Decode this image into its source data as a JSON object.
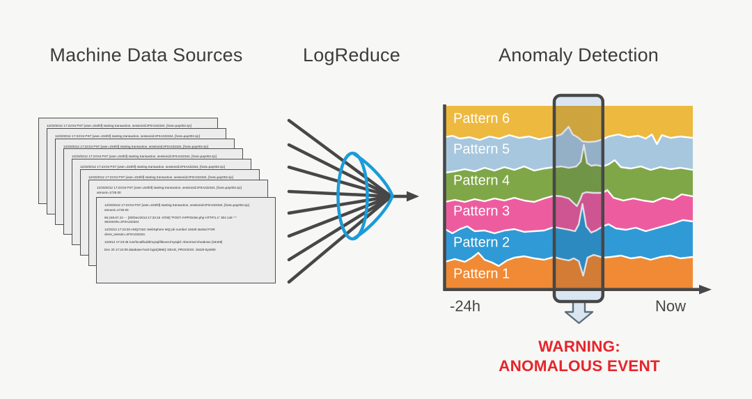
{
  "background": "#f7f7f5",
  "sections": {
    "machine_data": {
      "title": "Machine Data Sources"
    },
    "logreduce": {
      "title": "LogReduce"
    },
    "anomaly": {
      "title": "Anomaly Detection"
    }
  },
  "log_stack": {
    "card_count": 8,
    "entries": [
      [
        "12/20/2012 17:23:04 PST [user=234fsf] starting transaction, sessionid:2F0A232324, [host=pay002.sjc]",
        "amount=1725.00"
      ],
      [
        "66.249.67.24 - - [20/Dec/2012:17:23:15 -0700] \"POST /APP/Order.php HTTP/1.1\" 304 146 \"-\"",
        "SESSION=2F0A232324"
      ],
      [
        "12/20/12 17:23:30 AMQ7163: WebSphere MQ job number 18429 started FOR",
        "client_session=2F0A232324."
      ],
      [
        "122012 17:23:45 /usr/local/build/mysql/libexec/mysqld: Abnormal shutdown [18429]"
      ],
      [
        "Dec 20 17:24:09 database-host login[3866]: DEAD_PROCESS: 18429 ttys000"
      ]
    ]
  },
  "funnel": {
    "line_count": 8,
    "line_color": "#474747",
    "lens_color": "#1b9cd8"
  },
  "chart_data": {
    "type": "area",
    "title": "Anomaly Detection",
    "x_axis": {
      "start_label": "-24h",
      "end_label": "Now"
    },
    "grid": false,
    "legend": "in-band labels",
    "series_labels_top_to_bottom": [
      "Pattern 6",
      "Pattern 5",
      "Pattern 4",
      "Pattern 3",
      "Pattern 2",
      "Pattern 1"
    ],
    "colors": {
      "pattern6": "#edb93f",
      "pattern5": "#a7c7de",
      "pattern4": "#7fa747",
      "pattern3": "#ee5ca0",
      "pattern2": "#2f9ad6",
      "pattern1": "#f18a34",
      "boundary_stroke": "#ffffff",
      "axis": "#474747",
      "window_fill": "#d9e6f2",
      "window_stroke": "#474747",
      "window_tint": "rgba(35,50,70,0.15)"
    },
    "boundaries_note": "y values are pixel heights of the stacked band boundaries, top boundary first; x is fraction of the -24h..Now span",
    "boundaries": {
      "b65": [
        [
          0,
          197
        ],
        [
          0.03,
          195
        ],
        [
          0.06,
          199
        ],
        [
          0.1,
          197
        ],
        [
          0.14,
          201
        ],
        [
          0.18,
          196
        ],
        [
          0.22,
          199
        ],
        [
          0.26,
          194
        ],
        [
          0.3,
          198
        ],
        [
          0.34,
          196
        ],
        [
          0.38,
          200
        ],
        [
          0.42,
          197
        ],
        [
          0.45,
          195
        ],
        [
          0.47,
          193
        ],
        [
          0.499,
          182
        ],
        [
          0.515,
          193
        ],
        [
          0.535,
          197
        ],
        [
          0.555,
          203
        ],
        [
          0.58,
          204
        ],
        [
          0.61,
          203
        ],
        [
          0.637,
          200
        ],
        [
          0.66,
          196
        ],
        [
          0.7,
          193
        ],
        [
          0.74,
          197
        ],
        [
          0.78,
          195
        ],
        [
          0.81,
          199
        ],
        [
          0.835,
          193
        ],
        [
          0.855,
          207
        ],
        [
          0.875,
          194
        ],
        [
          0.91,
          198
        ],
        [
          0.95,
          196
        ],
        [
          1,
          198
        ]
      ],
      "b54": [
        [
          0,
          248
        ],
        [
          0.04,
          246
        ],
        [
          0.08,
          243
        ],
        [
          0.12,
          246
        ],
        [
          0.16,
          241
        ],
        [
          0.2,
          245
        ],
        [
          0.24,
          240
        ],
        [
          0.28,
          244
        ],
        [
          0.32,
          239
        ],
        [
          0.36,
          245
        ],
        [
          0.4,
          242
        ],
        [
          0.44,
          240
        ],
        [
          0.47,
          239
        ],
        [
          0.5,
          241
        ],
        [
          0.53,
          239
        ],
        [
          0.548,
          232
        ],
        [
          0.5606,
          208
        ],
        [
          0.573,
          234
        ],
        [
          0.59,
          238
        ],
        [
          0.61,
          237
        ],
        [
          0.637,
          239
        ],
        [
          0.66,
          236
        ],
        [
          0.685,
          230
        ],
        [
          0.71,
          240
        ],
        [
          0.75,
          242
        ],
        [
          0.79,
          239
        ],
        [
          0.83,
          244
        ],
        [
          0.87,
          240
        ],
        [
          0.91,
          243
        ],
        [
          0.95,
          241
        ],
        [
          1,
          244
        ]
      ],
      "b43": [
        [
          0,
          290
        ],
        [
          0.04,
          287
        ],
        [
          0.08,
          290
        ],
        [
          0.12,
          286
        ],
        [
          0.16,
          289
        ],
        [
          0.2,
          285
        ],
        [
          0.24,
          288
        ],
        [
          0.28,
          284
        ],
        [
          0.32,
          288
        ],
        [
          0.36,
          290
        ],
        [
          0.4,
          285
        ],
        [
          0.44,
          281
        ],
        [
          0.47,
          282
        ],
        [
          0.5,
          285
        ],
        [
          0.5324,
          296
        ],
        [
          0.545,
          287
        ],
        [
          0.555,
          278
        ],
        [
          0.57,
          276
        ],
        [
          0.6,
          277
        ],
        [
          0.62,
          277
        ],
        [
          0.637,
          277
        ],
        [
          0.655,
          273
        ],
        [
          0.68,
          284
        ],
        [
          0.72,
          288
        ],
        [
          0.76,
          285
        ],
        [
          0.8,
          288
        ],
        [
          0.84,
          290
        ],
        [
          0.88,
          284
        ],
        [
          0.92,
          287
        ],
        [
          0.955,
          279
        ],
        [
          1,
          282
        ]
      ],
      "b32": [
        [
          0,
          329
        ],
        [
          0.03,
          335
        ],
        [
          0.06,
          329
        ],
        [
          0.09,
          325
        ],
        [
          0.12,
          332
        ],
        [
          0.16,
          331
        ],
        [
          0.2,
          335
        ],
        [
          0.24,
          331
        ],
        [
          0.28,
          329
        ],
        [
          0.32,
          333
        ],
        [
          0.36,
          332
        ],
        [
          0.4,
          331
        ],
        [
          0.44,
          326
        ],
        [
          0.47,
          328
        ],
        [
          0.5,
          330
        ],
        [
          0.525,
          332
        ],
        [
          0.54,
          322
        ],
        [
          0.5549,
          293
        ],
        [
          0.57,
          325
        ],
        [
          0.59,
          334
        ],
        [
          0.61,
          331
        ],
        [
          0.637,
          325
        ],
        [
          0.66,
          322
        ],
        [
          0.69,
          328
        ],
        [
          0.73,
          330
        ],
        [
          0.77,
          327
        ],
        [
          0.81,
          332
        ],
        [
          0.85,
          328
        ],
        [
          0.88,
          325
        ],
        [
          0.92,
          321
        ],
        [
          0.96,
          316
        ],
        [
          1,
          318
        ]
      ],
      "b21": [
        [
          0,
          376
        ],
        [
          0.04,
          372
        ],
        [
          0.08,
          376
        ],
        [
          0.11,
          370
        ],
        [
          0.135,
          363
        ],
        [
          0.16,
          373
        ],
        [
          0.19,
          377
        ],
        [
          0.217,
          382
        ],
        [
          0.25,
          374
        ],
        [
          0.28,
          370
        ],
        [
          0.32,
          368
        ],
        [
          0.36,
          371
        ],
        [
          0.4,
          373
        ],
        [
          0.44,
          369
        ],
        [
          0.47,
          372
        ],
        [
          0.5,
          374
        ],
        [
          0.52,
          371
        ],
        [
          0.54,
          375
        ],
        [
          0.5577,
          396
        ],
        [
          0.575,
          370
        ],
        [
          0.6,
          366
        ],
        [
          0.62,
          368
        ],
        [
          0.637,
          370
        ],
        [
          0.67,
          369
        ],
        [
          0.71,
          367
        ],
        [
          0.75,
          371
        ],
        [
          0.79,
          369
        ],
        [
          0.83,
          373
        ],
        [
          0.87,
          369
        ],
        [
          0.91,
          367
        ],
        [
          0.95,
          371
        ],
        [
          1,
          369
        ]
      ]
    },
    "annotation_window": {
      "x_frac_start": 0.441,
      "x_frac_end": 0.637,
      "meaning": "highlighted time window containing anomalous spikes"
    }
  },
  "warning": {
    "line1": "WARNING:",
    "line2": "ANOMALOUS EVENT",
    "color": "#e6252a"
  }
}
